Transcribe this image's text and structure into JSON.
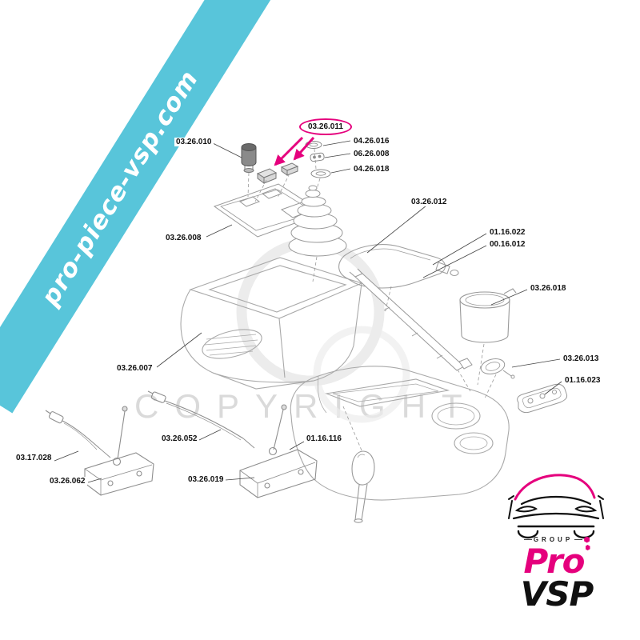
{
  "banner": {
    "text": "pro-piece-vsp.com",
    "color": "#58c5da"
  },
  "watermark": {
    "text": "COPYRIGHT"
  },
  "highlight_color": "#e5007d",
  "labels": [
    {
      "text": "03.26.010"
    },
    {
      "text": "03.26.011",
      "highlighted": true
    },
    {
      "text": "04.26.016"
    },
    {
      "text": "06.26.008"
    },
    {
      "text": "04.26.018"
    },
    {
      "text": "03.26.012"
    },
    {
      "text": "01.16.022"
    },
    {
      "text": "00.16.012"
    },
    {
      "text": "03.26.008"
    },
    {
      "text": "03.26.018"
    },
    {
      "text": "03.26.007"
    },
    {
      "text": "03.26.013"
    },
    {
      "text": "01.16.023"
    },
    {
      "text": "03.17.028"
    },
    {
      "text": "03.26.062"
    },
    {
      "text": "03.26.052"
    },
    {
      "text": "03.26.019"
    },
    {
      "text": "01.16.116"
    }
  ],
  "logo": {
    "group": "GROUP",
    "pro": "Pro",
    "vsp": "VSP"
  }
}
